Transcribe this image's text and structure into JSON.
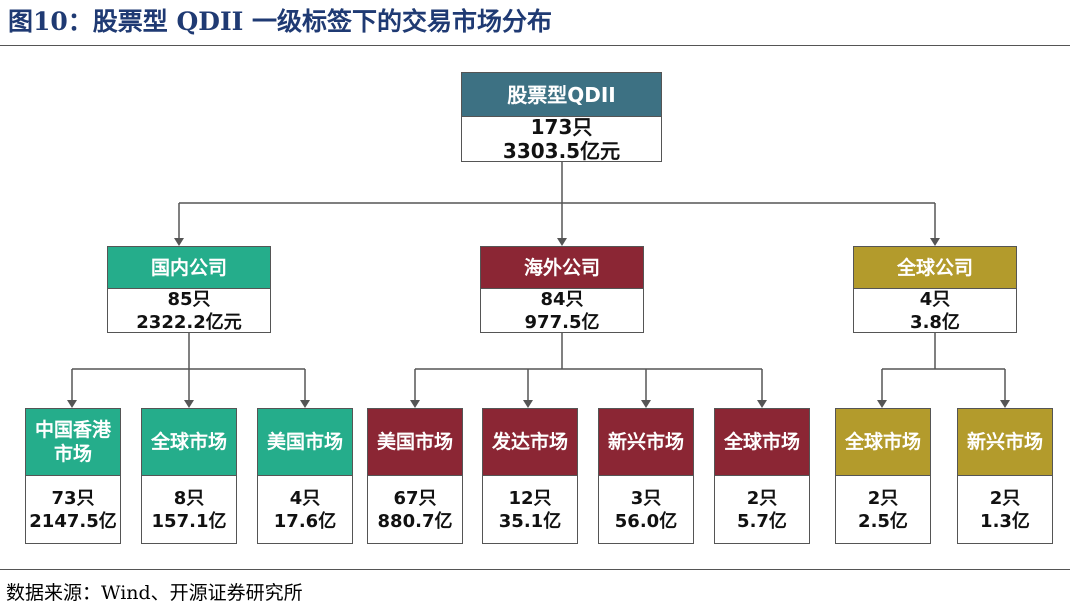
{
  "title": "图10：股票型 QDII 一级标签下的交易市场分布",
  "source": "数据来源：Wind、开源证券研究所",
  "colors": {
    "root": "#3d7183",
    "domestic": "#25ad8b",
    "overseas": "#8b2634",
    "global": "#b39b2c",
    "title": "#1f3a73"
  },
  "root": {
    "label": "股票型QDII",
    "count": "173只",
    "size": "3303.5亿元"
  },
  "level1": [
    {
      "label": "国内公司",
      "count": "85只",
      "size": "2322.2亿元",
      "children": [
        {
          "label": "中国香港市场",
          "count": "73只",
          "size": "2147.5亿"
        },
        {
          "label": "全球市场",
          "count": "8只",
          "size": "157.1亿"
        },
        {
          "label": "美国市场",
          "count": "4只",
          "size": "17.6亿"
        }
      ]
    },
    {
      "label": "海外公司",
      "count": "84只",
      "size": "977.5亿",
      "children": [
        {
          "label": "美国市场",
          "count": "67只",
          "size": "880.7亿"
        },
        {
          "label": "发达市场",
          "count": "12只",
          "size": "35.1亿"
        },
        {
          "label": "新兴市场",
          "count": "3只",
          "size": "56.0亿"
        },
        {
          "label": "全球市场",
          "count": "2只",
          "size": "5.7亿"
        }
      ]
    },
    {
      "label": "全球公司",
      "count": "4只",
      "size": "3.8亿",
      "children": [
        {
          "label": "全球市场",
          "count": "2只",
          "size": "2.5亿"
        },
        {
          "label": "新兴市场",
          "count": "2只",
          "size": "1.3亿"
        }
      ]
    }
  ]
}
